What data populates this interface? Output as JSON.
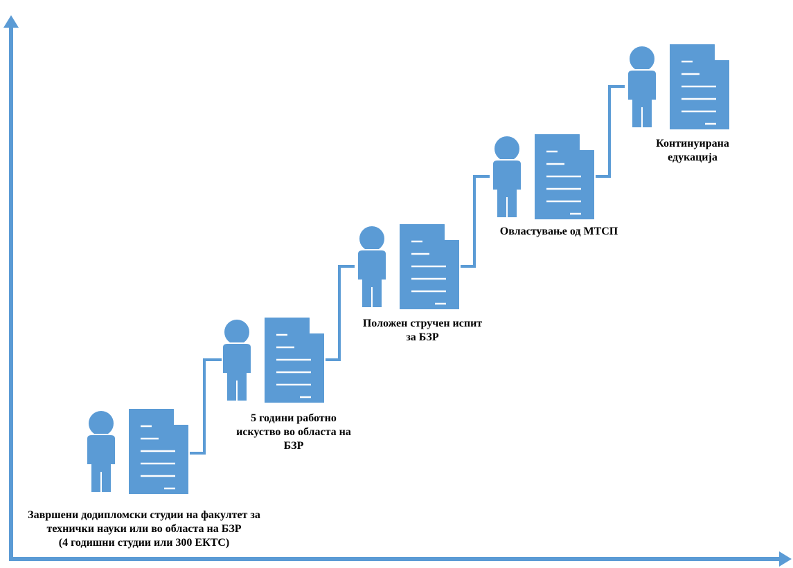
{
  "colors": {
    "accent": "#5b9bd5",
    "axis": "#5b9bd5"
  },
  "icons": {
    "person": "person-icon",
    "document": "document-icon"
  },
  "steps": [
    {
      "lines": [
        "Завршени додипломски студии на факултет за",
        "технички науки или во областа на БЗР",
        "(4 годишни студии или 300 ЕКТС)"
      ]
    },
    {
      "lines": [
        "5 години работно",
        "искуство во областа на",
        "БЗР"
      ]
    },
    {
      "lines": [
        "Положен стручен испит",
        "за БЗР"
      ]
    },
    {
      "lines": [
        "Овластување од МТСП"
      ]
    },
    {
      "lines": [
        "Континуирана",
        "едукација"
      ]
    }
  ]
}
